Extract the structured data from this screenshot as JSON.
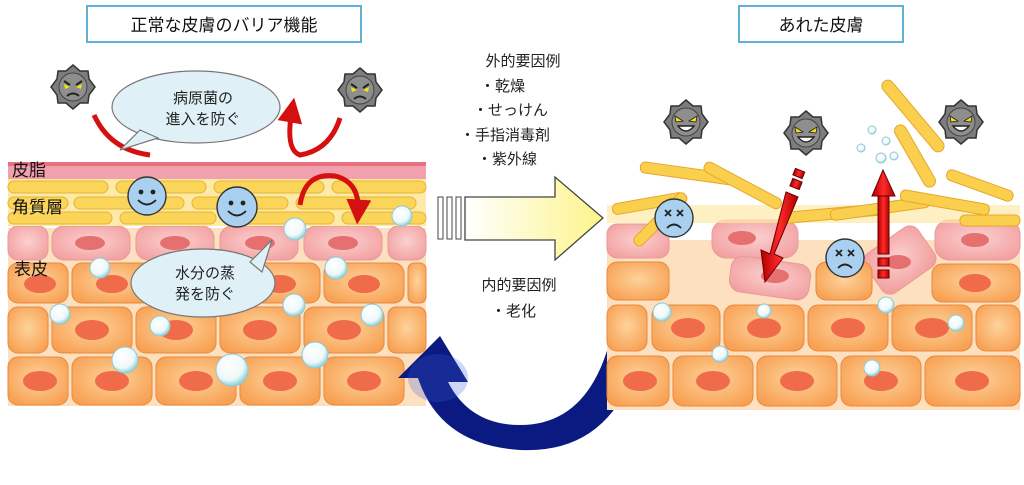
{
  "titles": {
    "normal": "正常な皮膚のバリア機能",
    "damaged": "あれた皮膚"
  },
  "layers": {
    "sebum": "皮脂",
    "stratum_corneum": "角質層",
    "epidermis": "表皮"
  },
  "bubbles": {
    "pathogen_line1": "病原菌の",
    "pathogen_line2": "進入を防ぐ",
    "water_line1": "水分の蒸",
    "water_line2": "発を防ぐ"
  },
  "external_factors": {
    "heading": "外的要因例",
    "items": [
      "・乾燥",
      "・せっけん",
      "・手指消毒剤",
      "・紫外線"
    ]
  },
  "internal_factors": {
    "heading": "内的要因例",
    "items": [
      "・老化"
    ]
  },
  "colors": {
    "sebum": "#f08fa0",
    "corneum": "#fde9a6",
    "cell_pink": "#f7b6b6",
    "cell_orange": "#fbb871",
    "nucleus": "#ef6b4a",
    "arrow_red": "#e01414",
    "arrow_navy": "#0b1a80",
    "face_blue": "#a9d1ef",
    "frame_border": "#5fb4d6"
  }
}
